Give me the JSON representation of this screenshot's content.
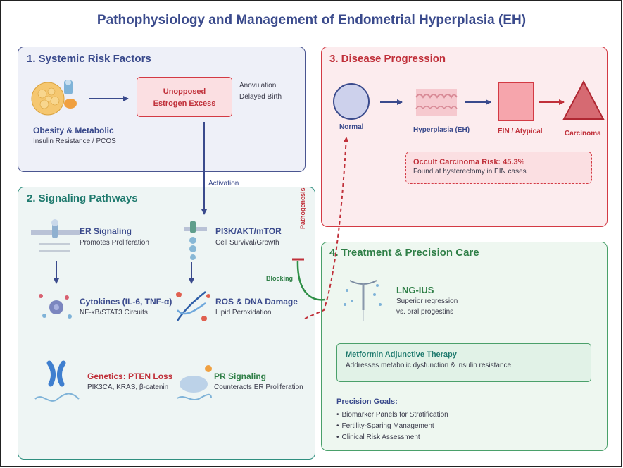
{
  "title": "Pathophysiology and Management of Endometrial Hyperplasia (EH)",
  "colors": {
    "navy": "#3a4a8c",
    "teal": "#1f7a6e",
    "red": "#c0303a",
    "green": "#2f7f47"
  },
  "panel1": {
    "title": "1. Systemic Risk Factors",
    "obesity": {
      "label": "Obesity & Metabolic",
      "sub": "Insulin Resistance / PCOS"
    },
    "estrogen": {
      "line1": "Unopposed",
      "line2": "Estrogen Excess"
    },
    "side": [
      "Anovulation",
      "Delayed Birth"
    ]
  },
  "panel2": {
    "title": "2. Signaling Pathways",
    "er": {
      "label": "ER Signaling",
      "sub": "Promotes Proliferation"
    },
    "pi3k": {
      "label": "PI3K/AKT/mTOR",
      "sub": "Cell Survival/Growth"
    },
    "cytokines": {
      "label": "Cytokines (IL-6, TNF-α)",
      "sub": "NF-κB/STAT3 Circuits"
    },
    "ros": {
      "label": "ROS & DNA Damage",
      "sub": "Lipid Peroxidation"
    },
    "genetics": {
      "label": "Genetics: PTEN Loss",
      "sub": "PIK3CA, KRAS, β-catenin"
    },
    "pr": {
      "label": "PR Signaling",
      "sub": "Counteracts ER Proliferation"
    }
  },
  "panel3": {
    "title": "3. Disease Progression",
    "stages": [
      "Normal",
      "Hyperplasia (EH)",
      "EIN / Atypical",
      "Carcinoma"
    ],
    "occult": {
      "title": "Occult Carcinoma Risk: 45.3%",
      "sub": "Found at hysterectomy in EIN cases"
    }
  },
  "panel4": {
    "title": "4. Treatment & Precision Care",
    "lng": {
      "label": "LNG-IUS",
      "sub1": "Superior regression",
      "sub2": "vs. oral progestins"
    },
    "metformin": {
      "title": "Metformin Adjunctive Therapy",
      "sub": "Addresses metabolic dysfunction & insulin resistance"
    },
    "goals": {
      "title": "Precision Goals:",
      "items": [
        "Biomarker Panels for Stratification",
        "Fertility-Sparing Management",
        "Clinical Risk Assessment"
      ]
    }
  },
  "connectors": {
    "activation": "Activation",
    "pathogenesis": "Pathogenesis",
    "blocking": "Blocking"
  }
}
